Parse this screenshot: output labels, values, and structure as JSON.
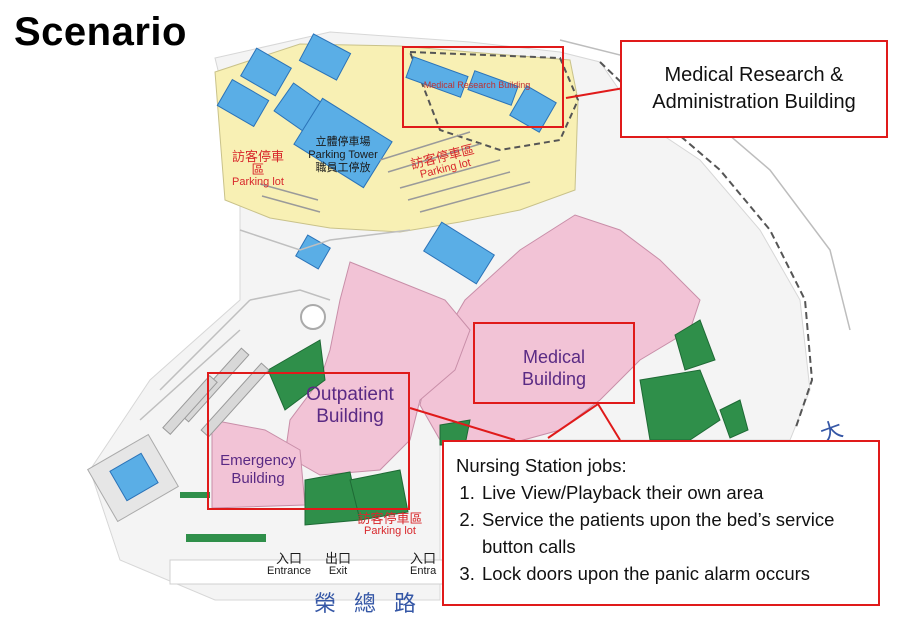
{
  "title": "Scenario",
  "callouts": {
    "research": {
      "line1": "Medical Research &",
      "line2": "Administration Building"
    },
    "nursing": {
      "heading": "Nursing Station jobs:",
      "items": [
        "Live View/Playback their own area",
        "Service the patients upon the bed’s service button calls",
        "Lock doors upon the panic alarm occurs"
      ]
    }
  },
  "map": {
    "outpatient": {
      "line1": "Outpatient",
      "line2": "Building"
    },
    "medical": {
      "line1": "Medical",
      "line2": "Building"
    },
    "emergency": {
      "line1": "Emergency",
      "line2": "Building"
    },
    "research_small": "Medical Research Building",
    "parking_tower": {
      "cn": "立體停車場",
      "en": "Parking Tower",
      "cn2": "職員工停放"
    },
    "visitor_parking_cn": "訪客停車區",
    "parking_lot": "Parking lot",
    "entrance_cn": "入口",
    "entrance_en": "Entrance",
    "exit_cn": "出口",
    "exit_en": "Exit",
    "entrance2_cn": "入口",
    "entrance2_en": "Entra",
    "road_name": "榮總路",
    "road_char": "大"
  },
  "colors": {
    "callout_border": "#e01a1a",
    "pink_building": "#f2c3d6",
    "blue_building": "#5aaee6",
    "yellow_lot": "#f8f0b4",
    "green_area": "#2f8f4a",
    "label_purple": "#5a2a84"
  }
}
